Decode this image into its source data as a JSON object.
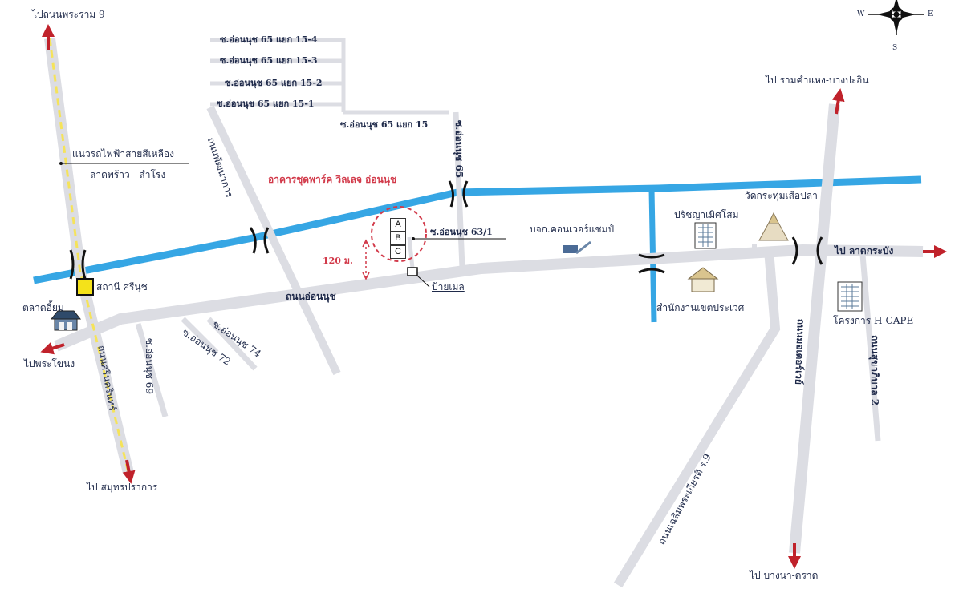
{
  "compass": {
    "west": "W",
    "east": "E",
    "south": "S"
  },
  "labels": {
    "to_rama9": "ไปถนนพระราม 9",
    "soi_15_4": "ซ.อ่อนนุช 65 แยก 15-4",
    "soi_15_3": "ซ.อ่อนนุช 65 แยก 15-3",
    "soi_15_2": "ซ.อ่อนนุช 65 แยก 15-2",
    "soi_15_1": "ซ.อ่อนนุช 65 แยก 15-1",
    "soi_15": "ซ.อ่อนนุช 65 แยก 15",
    "to_ramkhamhaeng": "ไป รามคำแหง-บางปะอิน",
    "yellow_line": "แนวรถไฟฟ้าสายสีเหลือง",
    "yellow_line_sub": "ลาดพร้าว - สำโรง",
    "phatthanakan": "ถนนพัฒนาการ",
    "soi_65": "ซ.อ่อนนุช 65",
    "project": "อาคารชุดพาร์ค วิลเลจ อ่อนนุช",
    "wat": "วัดกระทุ่มเสือปลา",
    "school": "ปรัชญาเมิศโสม",
    "company": "บจก.คอนเวอร์แชมป์",
    "soi_63_1": "ซ.อ่อนนุช 63/1",
    "distance": "120 ม.",
    "to_lat_krabang": "ไป ลาดกระบัง",
    "station": "สถานี ศรีนุช",
    "market": "ตลาดอี้ยม",
    "on_nut_road": "ถนนอ่อนนุช",
    "bus_stop": "ป้ายเมล",
    "district_office": "สำนักงานเขตประเวศ",
    "soi_74": "ซ.อ่อนนุช 74",
    "soi_72": "ซ.อ่อนนุช 72",
    "soi_69": "ซ.อ่อนนุช 69",
    "hcape": "โครงการ H-CAPE",
    "to_phra_khanong": "ไปพระโขนง",
    "srinakarin": "ถนนศรีนครินทร์",
    "motorway": "ถนนมอเตอร์เวย์",
    "sukhaphiban2": "ถนนสุขาภิบาล 2",
    "chaloem_phrakiat": "ถนนเฉลิมพระเกียรติ ร.9",
    "to_samut_prakan": "ไป สมุทรปราการ",
    "to_bangna": "ไป บางนา-ตราด"
  },
  "building_blocks": [
    "A",
    "B",
    "C"
  ],
  "colors": {
    "road": "#dcdde3",
    "canal": "#36a6e4",
    "arrow": "#c0222b",
    "rail_line": "#f5e35a",
    "station": "#f4e21a",
    "project_circle": "#d23a4a"
  }
}
